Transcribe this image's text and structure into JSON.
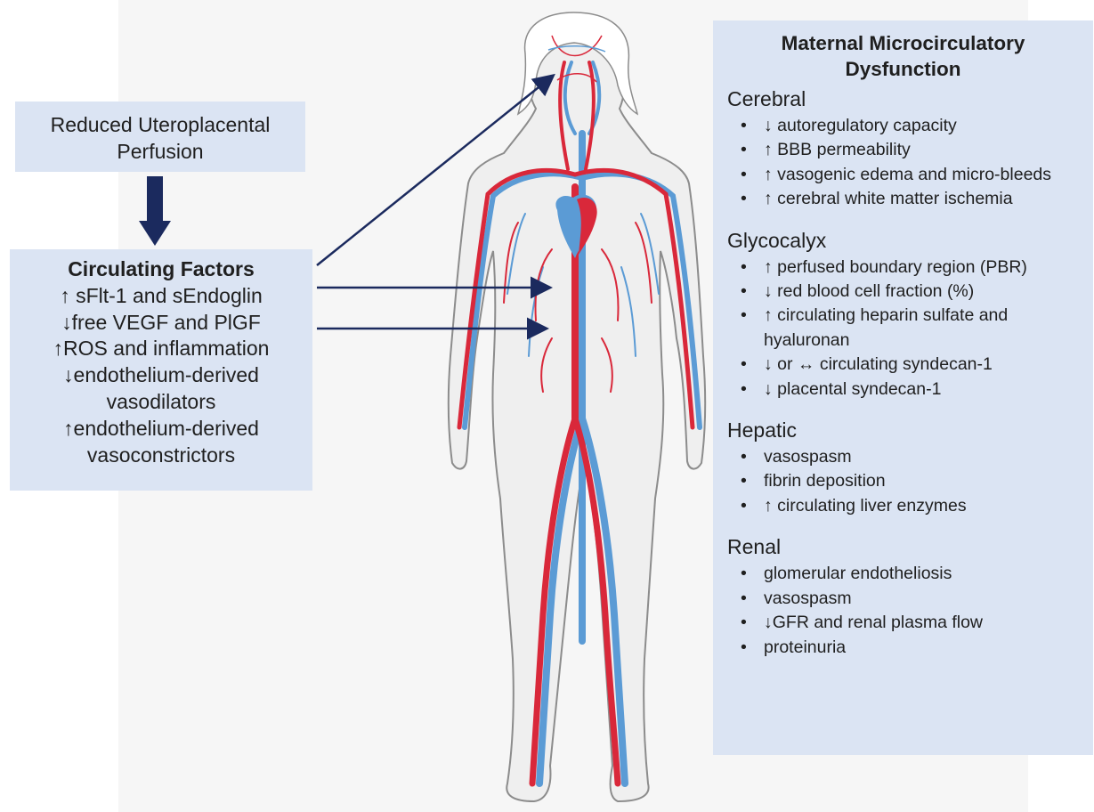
{
  "perfusion_box": {
    "lines": [
      "Reduced Uteroplacental",
      "Perfusion"
    ]
  },
  "factors_box": {
    "heading": "Circulating Factors",
    "lines": [
      "↑ sFlt-1 and sEndoglin",
      "↓free VEGF and PlGF",
      "↑ROS and inflammation",
      "↓endothelium-derived",
      "vasodilators",
      "↑endothelium-derived",
      "vasoconstrictors"
    ]
  },
  "dysfunction_box": {
    "title_lines": [
      "Maternal Microcirculatory",
      "Dysfunction"
    ],
    "sections": [
      {
        "title": "Cerebral",
        "items": [
          "↓ autoregulatory capacity",
          "↑ BBB permeability",
          "↑ vasogenic edema and micro-bleeds",
          "↑ cerebral white matter ischemia"
        ]
      },
      {
        "title": "Glycocalyx",
        "items": [
          "↑ perfused boundary region (PBR)",
          "↓ red blood cell fraction (%)",
          "↑ circulating heparin sulfate and hyaluronan",
          "↓ or ↔ circulating syndecan-1",
          "↓ placental syndecan-1"
        ]
      },
      {
        "title": "Hepatic",
        "items": [
          "vasospasm",
          "fibrin deposition",
          "↑ circulating liver enzymes"
        ]
      },
      {
        "title": "Renal",
        "items": [
          "glomerular endotheliosis",
          "vasospasm",
          "↓GFR and renal plasma flow",
          "proteinuria"
        ]
      }
    ]
  },
  "colors": {
    "box_fill": "#dbe4f3",
    "arrow": "#1b2a5e",
    "artery": "#d9283a",
    "vein": "#5b9bd5",
    "skin": "#efefef",
    "outline": "#8c8c8c"
  },
  "icons": {
    "down_arrow": "thick-down-arrow-icon",
    "pointer_arrows": "arrow-icon",
    "figure": "human-circulatory-system-illustration"
  }
}
